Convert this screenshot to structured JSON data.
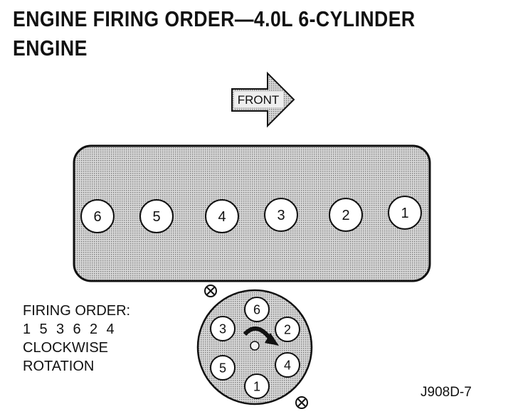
{
  "title": {
    "line1": "ENGINE FIRING ORDER—4.0L 6-CYLINDER",
    "line2": "ENGINE"
  },
  "front_arrow": {
    "label": "FRONT"
  },
  "block": {
    "cylinders": [
      "6",
      "5",
      "4",
      "3",
      "2",
      "1"
    ]
  },
  "firing_info": {
    "heading": "FIRING ORDER:",
    "sequence": [
      "1",
      "5",
      "3",
      "6",
      "2",
      "4"
    ],
    "line3": "CLOCKWISE",
    "line4": "ROTATION"
  },
  "distributor": {
    "terminals": [
      "6",
      "2",
      "4",
      "1",
      "5",
      "3"
    ]
  },
  "figure_code": "J908D-7",
  "colors": {
    "fill": "#c8c8c8",
    "ink": "#111111"
  }
}
